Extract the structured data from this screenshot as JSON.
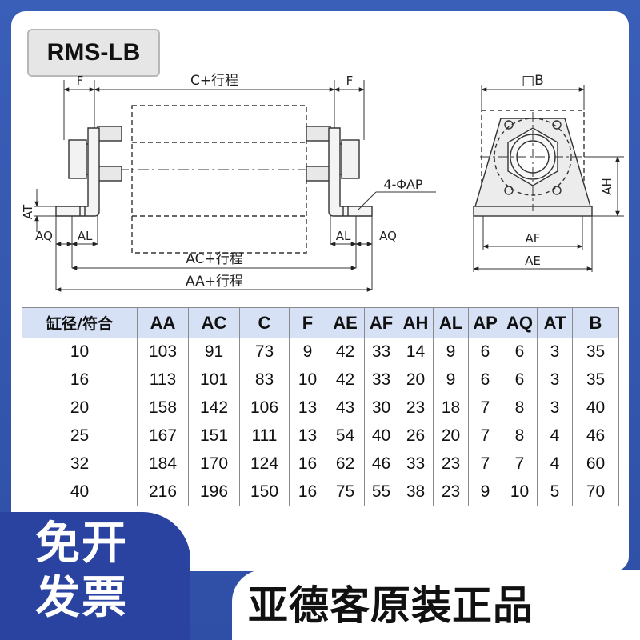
{
  "model": "RMS-LB",
  "dimensions": {
    "F_left": "F",
    "F_right": "F",
    "C_stroke": "C+行程",
    "AT": "AT",
    "AQ_left": "AQ",
    "AL_left": "AL",
    "AL_right": "AL",
    "AQ_right": "AQ",
    "hole": "4-ΦAP",
    "AC_stroke": "AC+行程",
    "AA_stroke": "AA+行程",
    "B": "□B",
    "AH": "AH",
    "AF": "AF",
    "AE": "AE"
  },
  "table": {
    "headers": [
      "缸径/符合",
      "AA",
      "AC",
      "C",
      "F",
      "AE",
      "AF",
      "AH",
      "AL",
      "AP",
      "AQ",
      "AT",
      "B"
    ],
    "rows": [
      [
        "10",
        "103",
        "91",
        "73",
        "9",
        "42",
        "33",
        "14",
        "9",
        "6",
        "6",
        "3",
        "35"
      ],
      [
        "16",
        "113",
        "101",
        "83",
        "10",
        "42",
        "33",
        "20",
        "9",
        "6",
        "6",
        "3",
        "35"
      ],
      [
        "20",
        "158",
        "142",
        "106",
        "13",
        "43",
        "30",
        "23",
        "18",
        "7",
        "8",
        "3",
        "40"
      ],
      [
        "25",
        "167",
        "151",
        "111",
        "13",
        "54",
        "40",
        "26",
        "20",
        "7",
        "8",
        "4",
        "46"
      ],
      [
        "32",
        "184",
        "170",
        "124",
        "16",
        "62",
        "46",
        "33",
        "23",
        "7",
        "7",
        "4",
        "60"
      ],
      [
        "40",
        "216",
        "196",
        "150",
        "16",
        "75",
        "55",
        "38",
        "23",
        "9",
        "10",
        "5",
        "70"
      ]
    ]
  },
  "badges": {
    "left_line1": "免开",
    "left_line2": "发票",
    "right": "亚德客原装正品"
  },
  "colors": {
    "background": "#3a5fb8",
    "badge": "#2b43a0",
    "header_fill": "#d6e1f5"
  }
}
